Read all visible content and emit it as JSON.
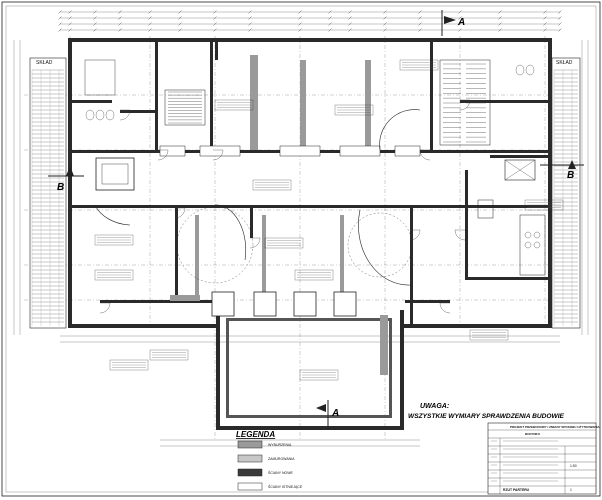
{
  "sheet": {
    "side_label_left": "SKŁAD",
    "side_label_right": "SKŁAD",
    "section_marks": [
      "A",
      "A",
      "B",
      "B"
    ],
    "room_note_label": "UWAGA:",
    "notes": {
      "dims_note": "UWAGA:\nWSZYSTKIE WYMIARY SPRAWDZENIA BUDOWIE"
    },
    "legend": {
      "title": "LEGENDA",
      "items": [
        {
          "label": "WYBURZENIA",
          "color": "#9a9a9a"
        },
        {
          "label": "ZAMUROWANIA",
          "color": "#c8c8c8"
        },
        {
          "label": "ŚCIANY NOWE",
          "color": "#3a3a3a"
        },
        {
          "label": "ŚCIANY ISTNIEJĄCE",
          "color": "#ffffff"
        }
      ]
    },
    "title_block": {
      "project_lines": [
        "PROJEKT PRZEBUDOWY I ZMIANY SPOSOBU UŻYTKOWANIA",
        "BUDYNKU"
      ],
      "sheet_name": "RZUT PARTERU",
      "scale": "1:50",
      "sheet_no": "1"
    }
  }
}
